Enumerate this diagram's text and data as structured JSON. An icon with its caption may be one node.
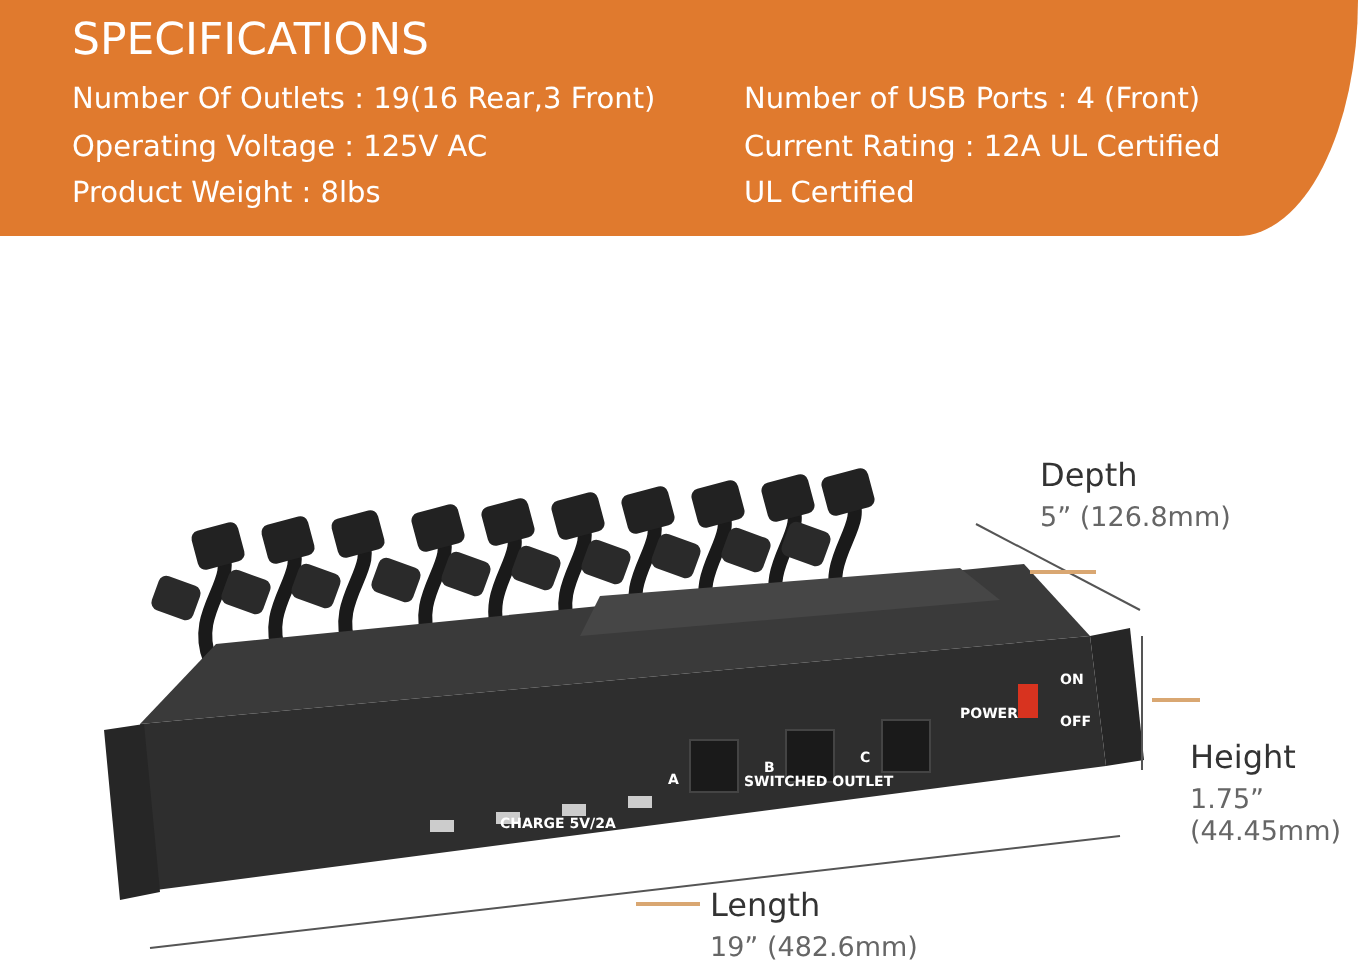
{
  "diagram": {
    "title": "SPECIFICATIONS",
    "labels": [
      "Number Of Outlets : 19(16 Rear,3 Front)",
      "Number of USB Ports : 4 (Front)",
      "Operating Voltage : 125V AC",
      "Current Rating : 12A UL Certified",
      "Product Weight : 8lbs",
      "UL Certified",
      "Depth",
      "5” (126.8mm)",
      "ON",
      "POWER",
      "OFF",
      "A",
      "B",
      "C",
      "CHARGE 5V/2A",
      "SWITCHED OUTLET",
      "Height",
      "1.75” (44.45mm)",
      "Length",
      "19” (482.6mm)"
    ]
  }
}
